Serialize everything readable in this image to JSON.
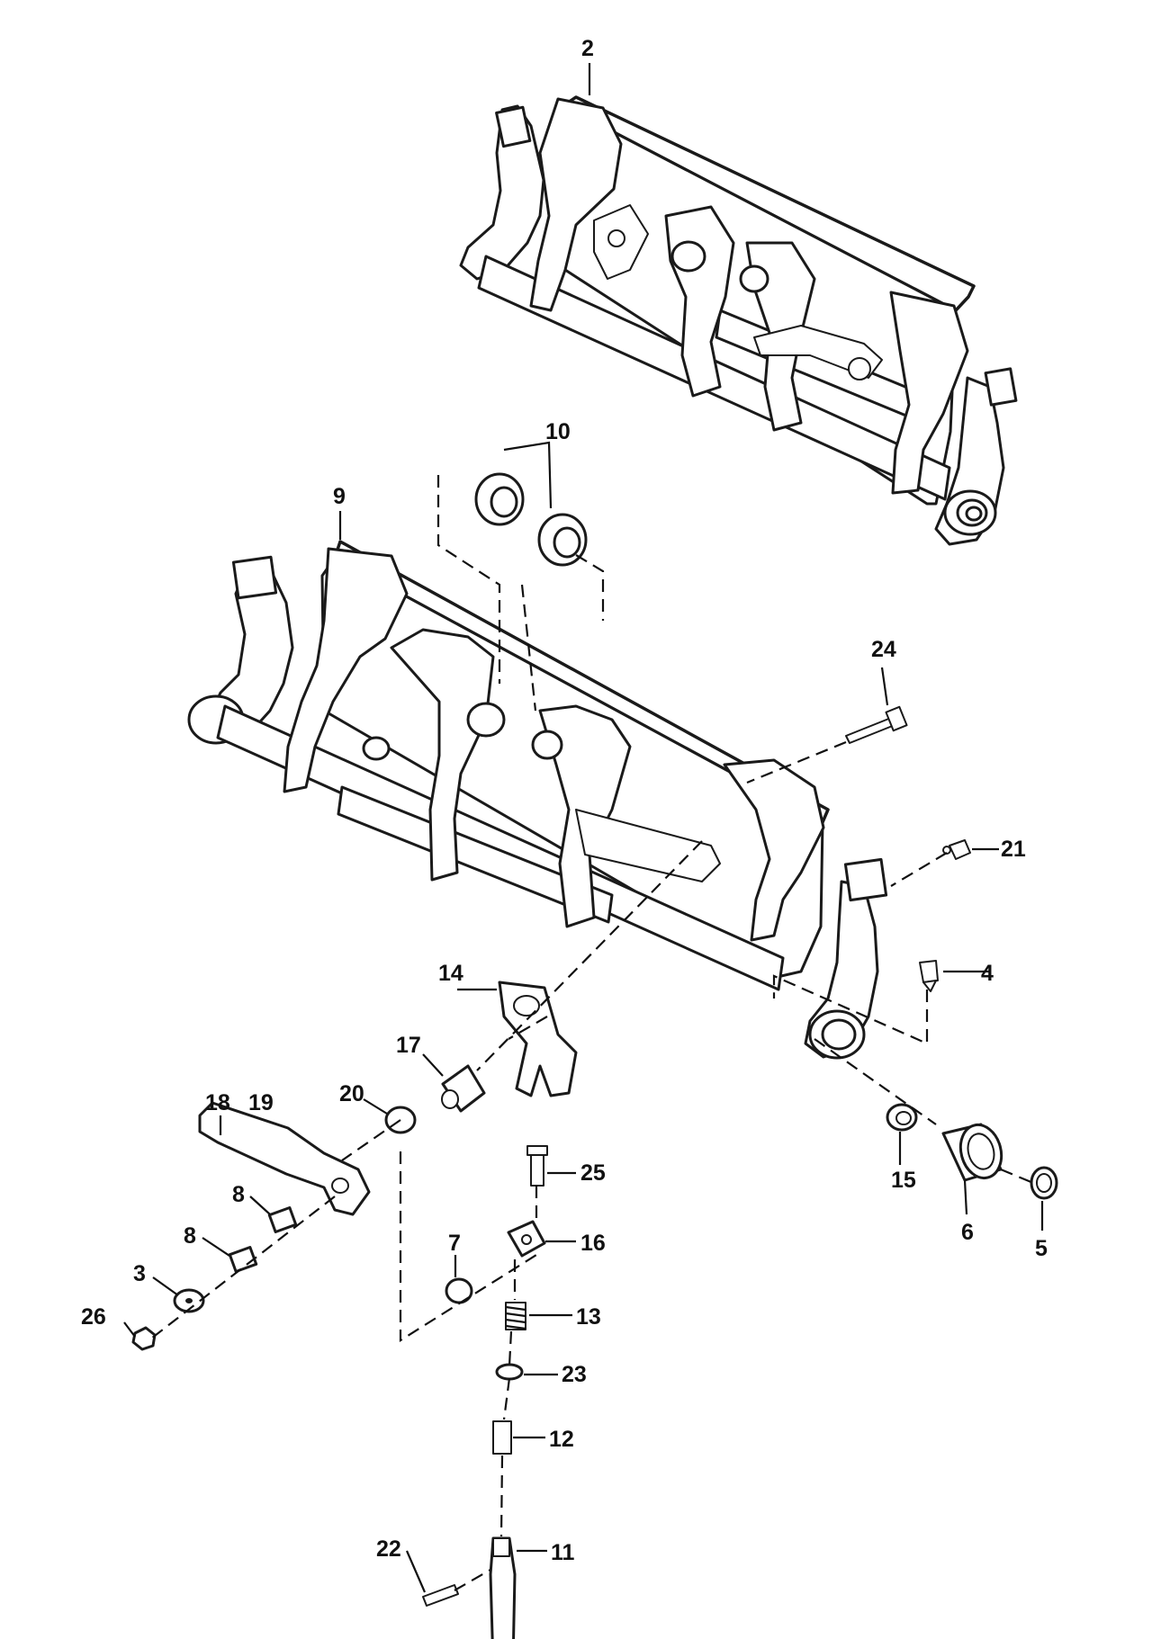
{
  "diagram": {
    "background": "#ffffff",
    "line_color": "#1a1a1a",
    "callouts": [
      {
        "id": "c2",
        "label": "2"
      },
      {
        "id": "c10",
        "label": "10"
      },
      {
        "id": "c9",
        "label": "9"
      },
      {
        "id": "c24",
        "label": "24"
      },
      {
        "id": "c21",
        "label": "21"
      },
      {
        "id": "c4",
        "label": "4"
      },
      {
        "id": "c14",
        "label": "14"
      },
      {
        "id": "c17",
        "label": "17"
      },
      {
        "id": "c18",
        "label": "18"
      },
      {
        "id": "c19",
        "label": "19"
      },
      {
        "id": "c20",
        "label": "20"
      },
      {
        "id": "c15",
        "label": "15"
      },
      {
        "id": "c6",
        "label": "6"
      },
      {
        "id": "c5",
        "label": "5"
      },
      {
        "id": "c25",
        "label": "25"
      },
      {
        "id": "c8a",
        "label": "8"
      },
      {
        "id": "c8b",
        "label": "8"
      },
      {
        "id": "c16",
        "label": "16"
      },
      {
        "id": "c7",
        "label": "7"
      },
      {
        "id": "c3",
        "label": "3"
      },
      {
        "id": "c13",
        "label": "13"
      },
      {
        "id": "c26",
        "label": "26"
      },
      {
        "id": "c23",
        "label": "23"
      },
      {
        "id": "c12",
        "label": "12"
      },
      {
        "id": "c22",
        "label": "22"
      },
      {
        "id": "c11",
        "label": "11"
      }
    ]
  }
}
